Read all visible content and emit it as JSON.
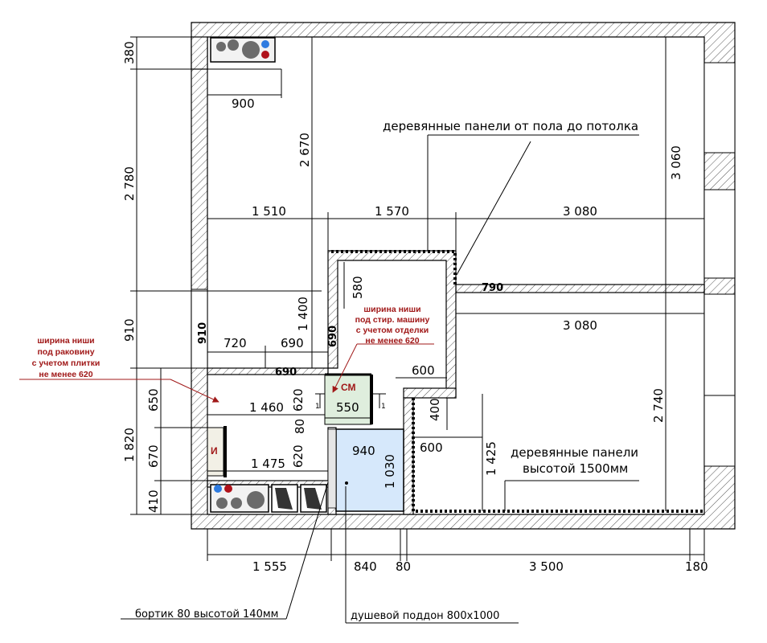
{
  "dimensions": {
    "left_380": "380",
    "left_2780": "2 780",
    "left_910": "910",
    "left_1820": "1 820",
    "left_650": "650",
    "left_670": "670",
    "left_410": "410",
    "top_900": "900",
    "mid_2670": "2 670",
    "right_3060": "3 060",
    "row_1510": "1 510",
    "row_1570": "1 570",
    "row_3080_top": "3 080",
    "niche_580": "580",
    "bold_790": "790",
    "v_1400": "1 400",
    "bold_910": "910",
    "bold_690_v": "690",
    "row_720": "720",
    "row_690": "690",
    "bold_690_h": "690",
    "row_3080_mid": "3 080",
    "d_600_top": "600",
    "d_620_top": "620",
    "d_550": "550",
    "d_1460": "1 460",
    "d_400": "400",
    "d_80": "80",
    "d_620_bot": "620",
    "d_1475": "1 475",
    "d_940": "940",
    "d_1030": "1 030",
    "d_600_bot": "600",
    "d_1425": "1 425",
    "d_2740": "2 740",
    "bottom_1555": "1 555",
    "bottom_840": "840",
    "bottom_80": "80",
    "bottom_3500": "3 500",
    "bottom_180": "180"
  },
  "labels": {
    "wood_full": "деревянные панели от пола до потолка",
    "wood_1500_l1": "деревянные панели",
    "wood_1500_l2": "высотой 1500мм",
    "border": "бортик 80 высотой 140мм",
    "tray": "душевой поддон 800х1000",
    "cm": "СМ",
    "sink_i": "И",
    "mark_1a": "1",
    "mark_1b": "1"
  },
  "notes": {
    "sink_niche": [
      "ширина ниши",
      "под раковину",
      "с учетом плитки",
      "не менее 620"
    ],
    "wm_niche": [
      "ширина ниши",
      "под стир. машину",
      "с учетом отделки",
      "не менее 620"
    ]
  },
  "colors": {
    "note_red": "#a01818",
    "shower_fill": "#d6e8fb",
    "wm_fill": "#dfeedd",
    "burner_blue": "#2e7be0",
    "burner_red": "#b0121b",
    "burner_gray": "#6b6b6b"
  }
}
